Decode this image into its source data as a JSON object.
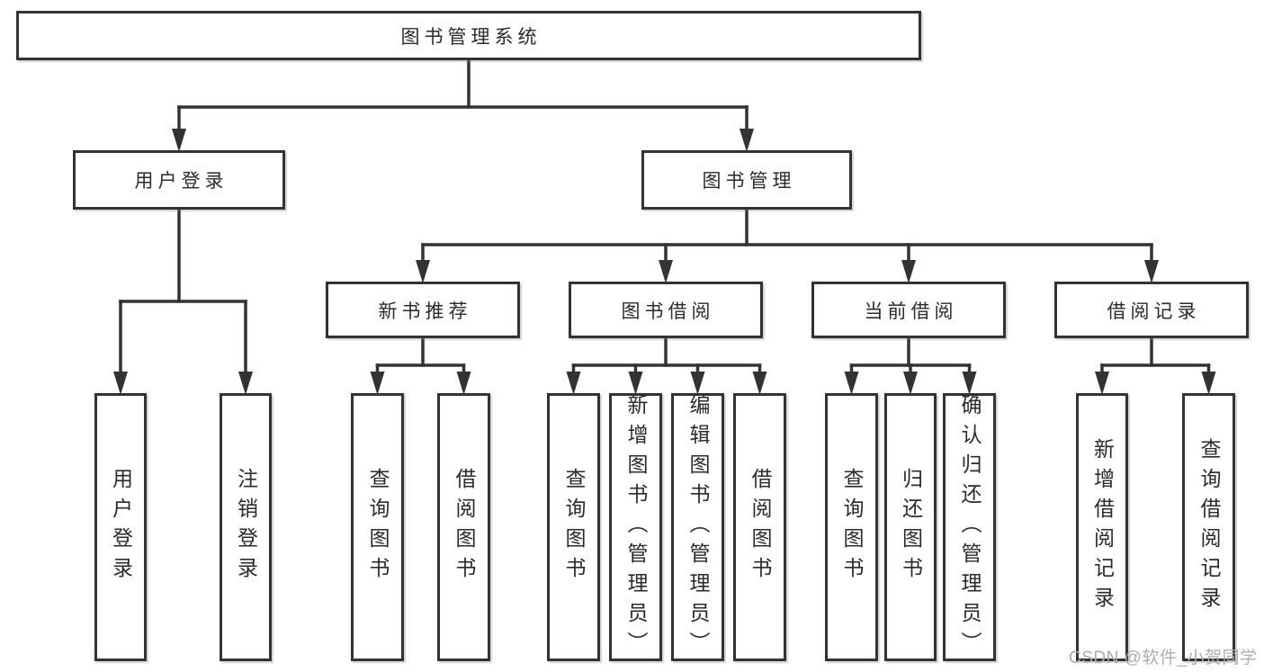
{
  "colors": {
    "background": "#ffffff",
    "line": "#333333",
    "box_border": "#333333",
    "box_fill": "#ffffff",
    "text": "#2b2b2b",
    "watermark_text_color": "#adadad"
  },
  "watermark": "CSDN @软件_小贺同学",
  "tree": {
    "label": "图书管理系统",
    "children": [
      {
        "label": "用户登录",
        "children": [
          {
            "label": "用户登录"
          },
          {
            "label": "注销登录"
          }
        ]
      },
      {
        "label": "图书管理",
        "children": [
          {
            "label": "新书推荐",
            "children": [
              {
                "label": "查询图书"
              },
              {
                "label": "借阅图书"
              }
            ]
          },
          {
            "label": "图书借阅",
            "children": [
              {
                "label": "查询图书"
              },
              {
                "label": "新增图书（管理员）"
              },
              {
                "label": "编辑图书（管理员）"
              },
              {
                "label": "借阅图书"
              }
            ]
          },
          {
            "label": "当前借阅",
            "children": [
              {
                "label": "查询图书"
              },
              {
                "label": "归还图书"
              },
              {
                "label": "确认归还（管理员）"
              }
            ]
          },
          {
            "label": "借阅记录",
            "children": [
              {
                "label": "新增借阅记录"
              },
              {
                "label": "查询借阅记录"
              }
            ]
          }
        ]
      }
    ]
  }
}
